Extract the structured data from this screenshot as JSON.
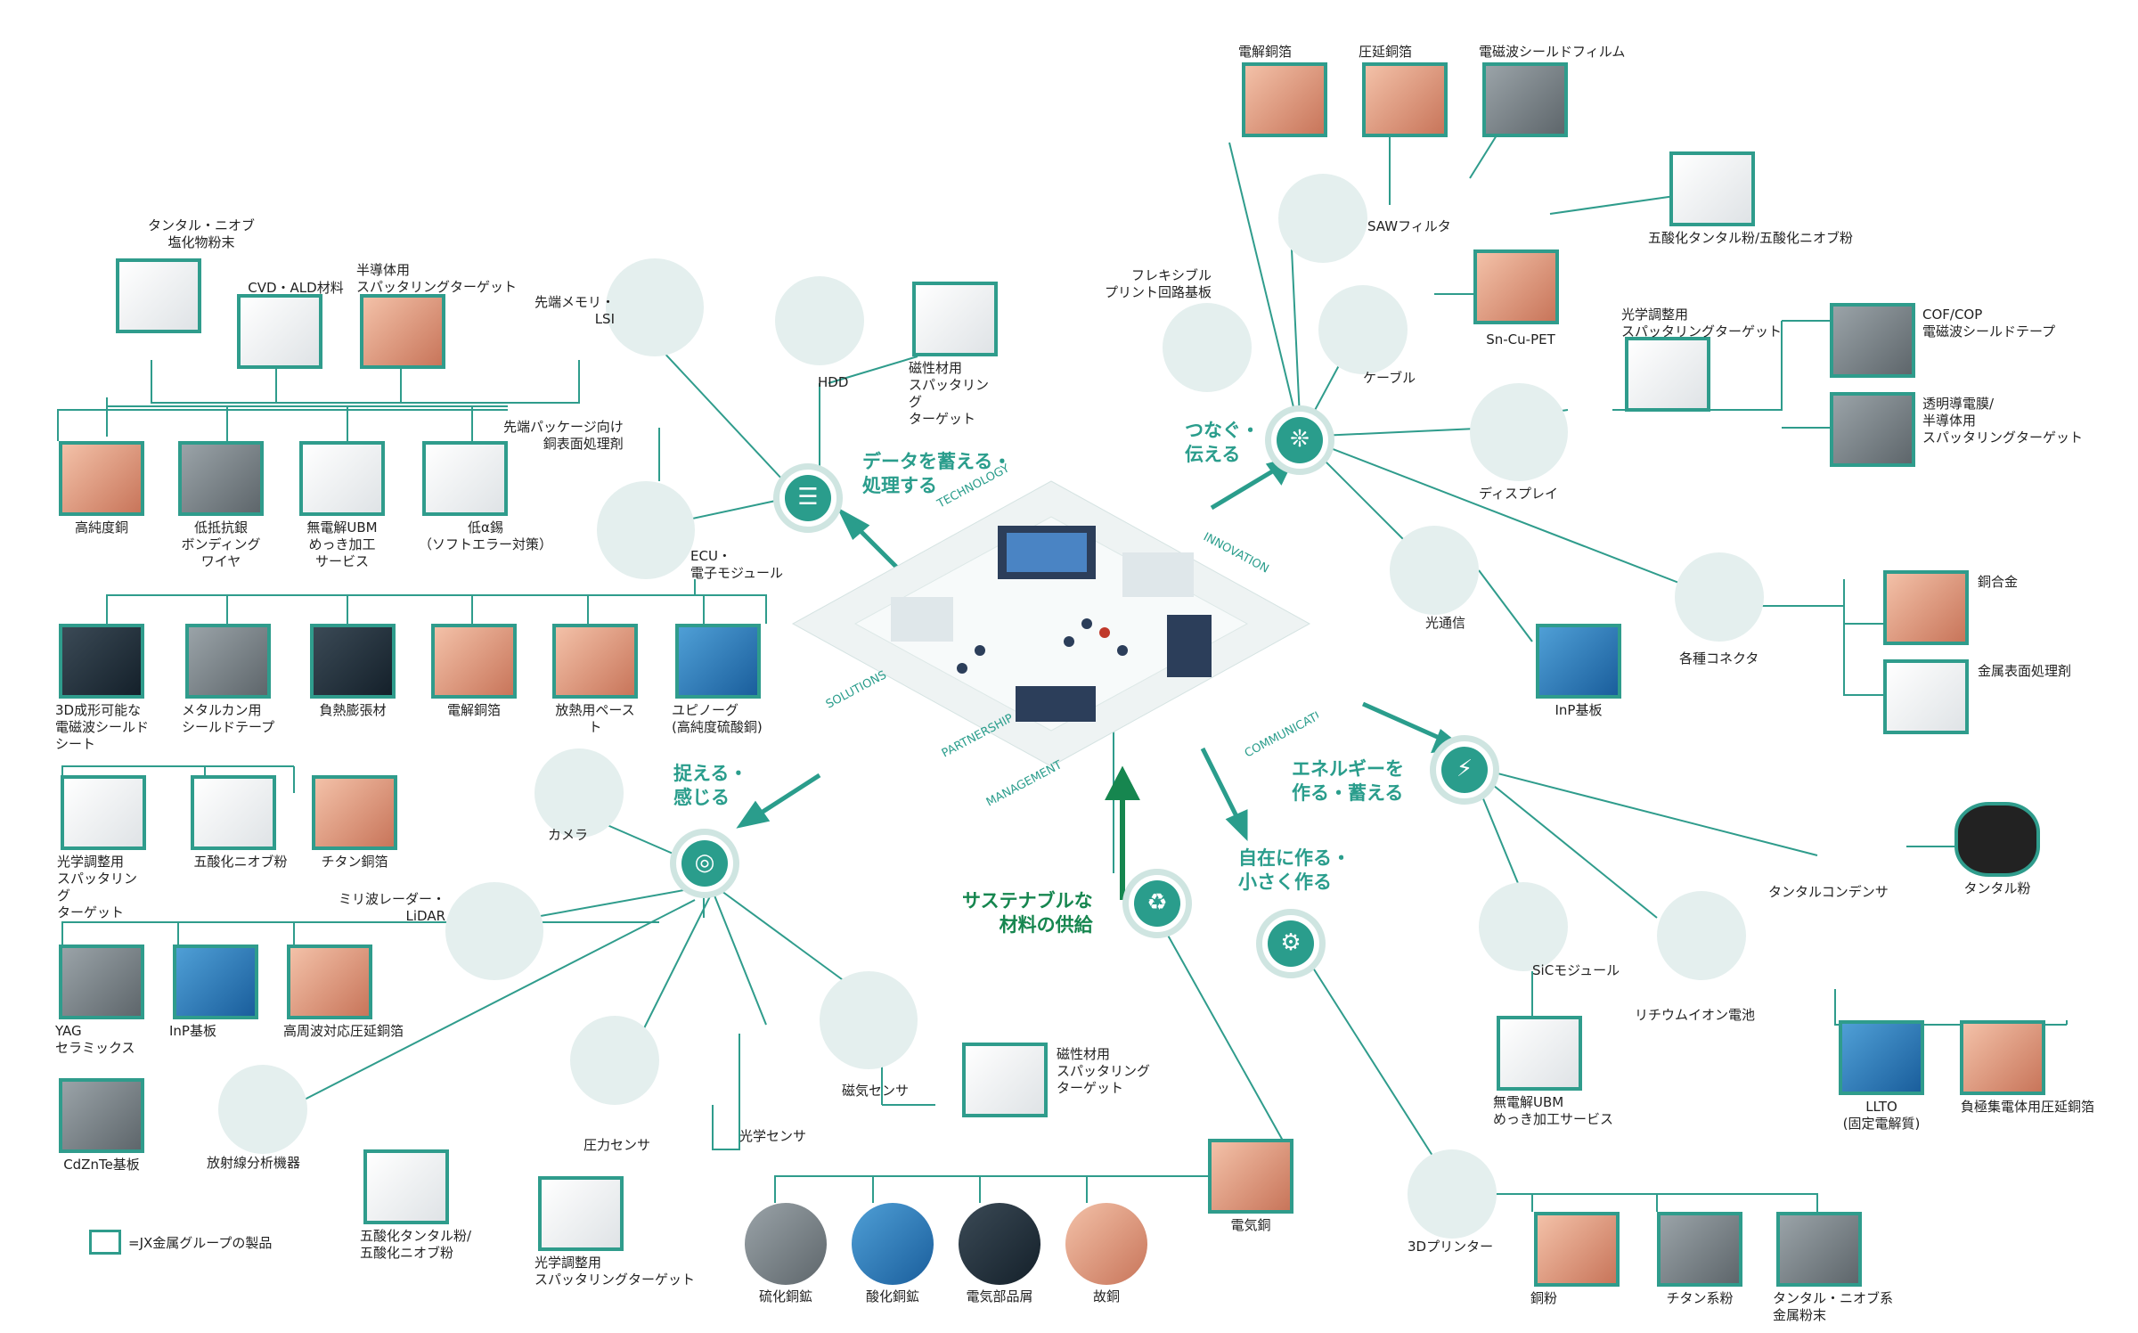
{
  "hubs": {
    "store": "データを蓄える・\n処理する",
    "connect": "つなぐ・\n伝える",
    "sense": "捉える・\n感じる",
    "energy": "エネルギーを\n作る・蓄える",
    "sustain": "サステナブルな\n材料の供給",
    "free": "自在に作る・\n小さく作る"
  },
  "city_labels": [
    "TECHNOLOGY",
    "INNOVATION",
    "SOLUTIONS",
    "PARTNERSHIP",
    "MANAGEMENT",
    "COMMUNICATION"
  ],
  "nodes": {
    "memory": "先端メモリ・\nLSI",
    "pkg": "先端パッケージ向け\n銅表面処理剤",
    "ecu": "ECU・\n電子モジュール",
    "hdd": "HDD",
    "flex": "フレキシブル\nプリント回路基板",
    "saw": "SAWフィルタ",
    "cable": "ケーブル",
    "display": "ディスプレイ",
    "optical": "光通信",
    "connector": "各種コネクタ",
    "camera": "カメラ",
    "lidar": "ミリ波レーダー・\nLiDAR",
    "radiation": "放射線分析機器",
    "pressure": "圧力センサ",
    "optsensor": "光学センサ",
    "magsensor": "磁気センサ",
    "sic": "SiCモジュール",
    "liion": "リチウムイオン電池",
    "tcap": "タンタルコンデンサ",
    "printer": "3Dプリンター"
  },
  "products": {
    "p1": "タンタル・ニオブ\n塩化物粉末",
    "p2": "CVD・ALD材料",
    "p3": "半導体用\nスパッタリングターゲット",
    "p4": "高純度銅",
    "p5": "低抵抗銀\nボンディング\nワイヤ",
    "p6": "無電解UBM\nめっき加工\nサービス",
    "p7": "低α錫\n（ソフトエラー対策）",
    "p8": "磁性材用\nスパッタリング\nターゲット",
    "p9": "3D成形可能な\n電磁波シールド\nシート",
    "p10": "メタルカン用\nシールドテープ",
    "p11": "負熱膨張材",
    "p12": "電解銅箔",
    "p13": "放熱用ペースト",
    "p14": "ユピノーグ\n(高純度硫酸銅)",
    "p15": "光学調整用\nスパッタリング\nターゲット",
    "p16": "五酸化ニオブ粉",
    "p17": "チタン銅箔",
    "p18": "YAG\nセラミックス",
    "p19": "InP基板",
    "p20": "高周波対応圧延銅箔",
    "p21": "CdZnTe基板",
    "p22": "五酸化タンタル粉/\n五酸化ニオブ粉",
    "p23": "光学調整用\nスパッタリングターゲット",
    "p24": "磁性材用\nスパッタリング\nターゲット",
    "p25": "電解銅箔",
    "p26": "圧延銅箔",
    "p27": "電磁波シールドフィルム",
    "p28": "五酸化タンタル粉/五酸化ニオブ粉",
    "p29": "Sn-Cu-PET",
    "p30": "光学調整用\nスパッタリングターゲット",
    "p31": "COF/COP\n電磁波シールドテープ",
    "p32": "透明導電膜/\n半導体用\nスパッタリングターゲット",
    "p33": "InP基板",
    "p34": "銅合金",
    "p35": "金属表面処理剤",
    "p36": "タンタル粉",
    "p37": "無電解UBM\nめっき加工サービス",
    "p38": "LLTO\n(固定電解質)",
    "p39": "負極集電体用圧延銅箔",
    "p40": "銅粉",
    "p41": "チタン系粉",
    "p42": "タンタル・ニオブ系\n金属粉末",
    "p43": "電気銅",
    "r1": "硫化銅鉱",
    "r2": "酸化銅鉱",
    "r3": "電気部品屑",
    "r4": "故銅"
  },
  "legend": "=JX金属グループの製品",
  "colors": {
    "teal": "#2a9d8c",
    "border": "#2f9c8c",
    "green": "#16864f"
  }
}
